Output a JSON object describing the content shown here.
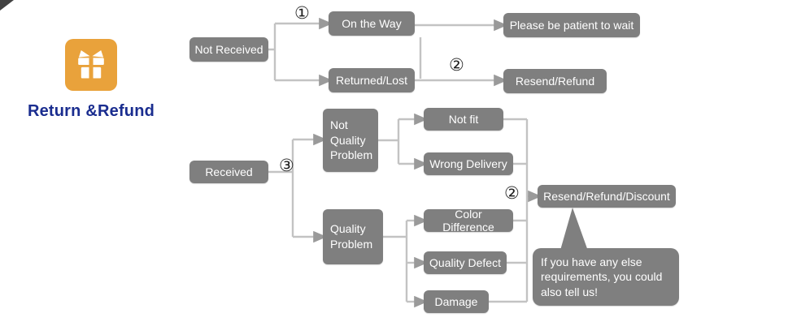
{
  "theme": {
    "background": "#ffffff",
    "box_color": "#7f7f7f",
    "box_text_color": "#ffffff",
    "arrow_color": "#c3c3c3",
    "arrowhead_color": "#9a9a9a",
    "marker_color": "#1f1f1f",
    "brand_icon_bg": "#e9a23b",
    "brand_text_color": "#1a2d8f"
  },
  "brand": {
    "label": "Return &Refund",
    "icon": "gift-icon"
  },
  "flow": {
    "nodes": {
      "not_received": "Not Received",
      "on_the_way": "On the Way",
      "be_patient": "Please be patient to wait",
      "returned_lost": "Returned/Lost",
      "resend_refund": "Resend/Refund",
      "received": "Received",
      "not_quality_problem": "Not Quality Problem",
      "not_fit": "Not fit",
      "wrong_delivery": "Wrong Delivery",
      "quality_problem": "Quality Problem",
      "color_difference": "Color Difference",
      "quality_defect": "Quality Defect",
      "damage": "Damage",
      "resend_refund_discount": "Resend/Refund/Discount",
      "note": "If you have any else requirements, you could also tell us!"
    },
    "markers": {
      "step1": "①",
      "step2_top": "②",
      "step2_bottom": "②",
      "step3": "③"
    }
  }
}
